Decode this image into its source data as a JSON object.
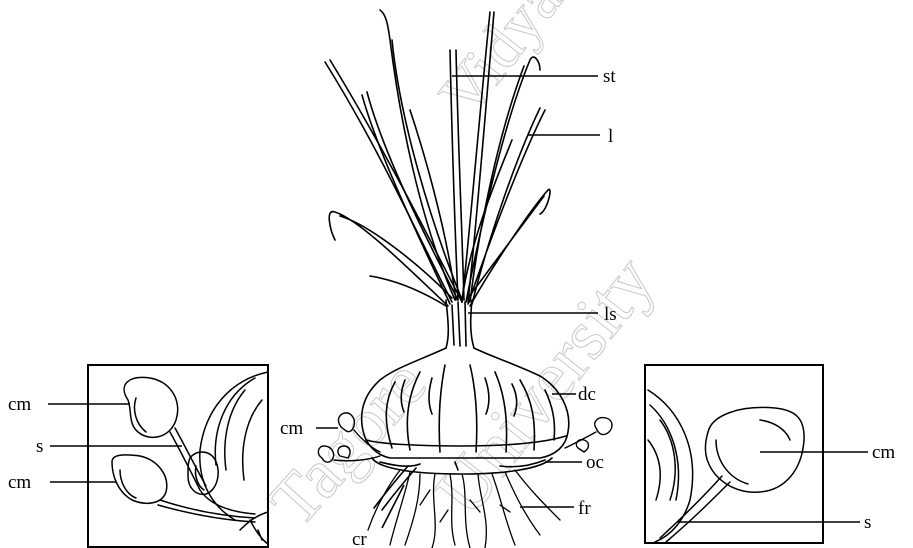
{
  "diagram": {
    "labels": {
      "st": "st",
      "l": "l",
      "ls": "ls",
      "dc": "dc",
      "oc": "oc",
      "fr": "fr",
      "cr": "cr",
      "cm_center": "cm",
      "left_cm_top": "cm",
      "left_s": "s",
      "left_cm_bottom": "cm",
      "right_cm": "cm",
      "right_s": "s"
    },
    "watermark_left": "Tagore",
    "watermark_right": "University",
    "watermark_top": "Vidya"
  }
}
